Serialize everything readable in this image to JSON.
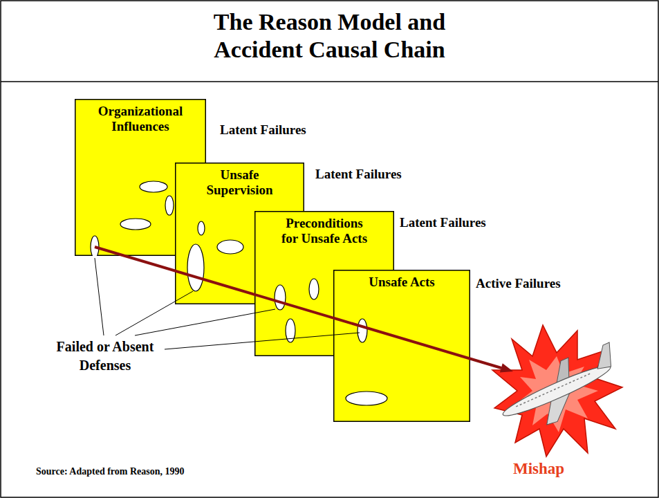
{
  "diagram": {
    "title": "The Reason Model and Accident Causal Chain",
    "nodes": [
      {
        "text": [
          "Organizational Influences"
        ]
      },
      {
        "text": [
          "Unsafe Supervision"
        ]
      },
      {
        "text": [
          "Preconditions for Unsafe Acts"
        ]
      },
      {
        "text": [
          "Unsafe Acts"
        ]
      }
    ],
    "labels": [
      "Latent Failures",
      "Latent Failures",
      "Latent Failures",
      "Active Failures",
      "Failed or Absent Defenses",
      "Mishap",
      "Source: Adapted from Reason, 1990"
    ]
  }
}
